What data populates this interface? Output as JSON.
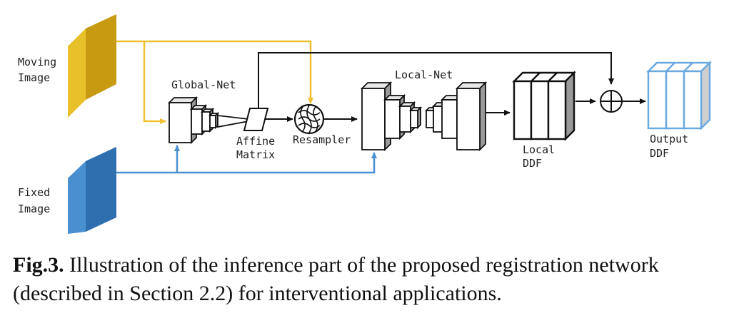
{
  "diagram": {
    "moving_image_label": [
      "Moving",
      "Image"
    ],
    "fixed_image_label": [
      "Fixed",
      "Image"
    ],
    "global_net_label": "Global-Net",
    "affine_matrix_label": [
      "Affine",
      "Matrix"
    ],
    "resampler_label": "Resampler",
    "local_net_label": "Local-Net",
    "local_ddf_label": [
      "Local",
      "DDF"
    ],
    "output_ddf_label": [
      "Output",
      "DDF"
    ],
    "colors": {
      "moving": "#e8c02a",
      "moving_dark": "#c79a12",
      "fixed": "#4a8fd0",
      "fixed_dark": "#2f6fb0",
      "yellow_line": "#f0c030",
      "blue_line": "#4a8fd0",
      "output_border": "#6aa8e0",
      "black": "#111111"
    }
  },
  "caption": {
    "label": "Fig.3.",
    "text": " Illustration of the inference part of the proposed registration network (described in Section 2.2) for interventional applications."
  }
}
